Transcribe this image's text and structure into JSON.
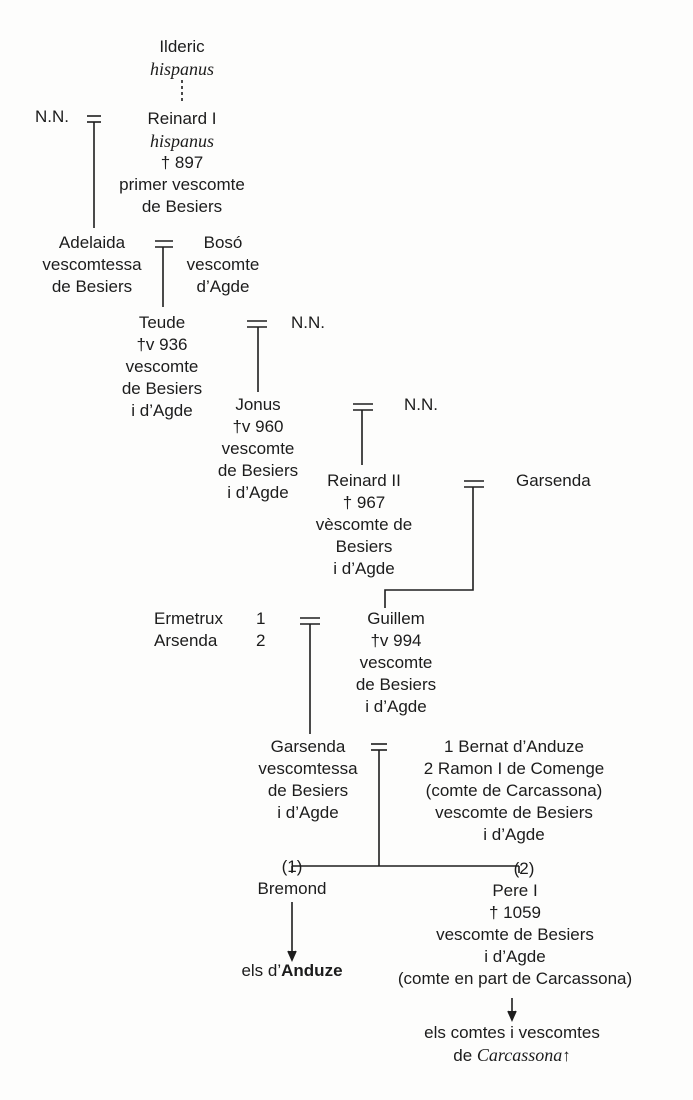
{
  "colors": {
    "ink": "#1c1c1c",
    "paper": "#fdfdfc"
  },
  "nodes": {
    "ilderic": {
      "name": "Ilderic",
      "epithet": "hispanus"
    },
    "nn1": "N.N.",
    "reinard1": {
      "name": "Reinard I",
      "epithet": "hispanus",
      "death": "† 897",
      "t1": "primer vescomte",
      "t2": "de Besiers"
    },
    "adelaida": {
      "name": "Adelaida",
      "t1": "vescomtessa",
      "t2": "de Besiers"
    },
    "boso": {
      "name": "Bosó",
      "t1": "vescomte",
      "t2": "d’Agde"
    },
    "teude": {
      "name": "Teude",
      "death": "†v 936",
      "t1": "vescomte",
      "t2": "de Besiers",
      "t3": "i d’Agde"
    },
    "nn2": "N.N.",
    "jonus": {
      "name": "Jonus",
      "death": "†v 960",
      "t1": "vescomte",
      "t2": "de Besiers",
      "t3": "i d’Agde"
    },
    "nn3": "N.N.",
    "reinard2": {
      "name": "Reinard II",
      "death": "† 967",
      "t1": "vèscomte de",
      "t2": "Besiers",
      "t3": "i d’Agde"
    },
    "garsenda1": "Garsenda",
    "ermetrux": {
      "name": "Ermetrux",
      "num": "1"
    },
    "arsenda": {
      "name": "Arsenda",
      "num": "2"
    },
    "guillem": {
      "name": "Guillem",
      "death": "†v 994",
      "t1": "vescomte",
      "t2": "de Besiers",
      "t3": "i d’Agde"
    },
    "garsenda2": {
      "name": "Garsenda",
      "t1": "vescomtessa",
      "t2": "de Besiers",
      "t3": "i d’Agde"
    },
    "husbands": {
      "h1": "1 Bernat d’Anduze",
      "h2": "2 Ramon I de Comenge",
      "h3": "(comte de Carcassona)",
      "h4": "vescomte de Besiers",
      "h5": "i d’Agde"
    },
    "bremond": {
      "mark": "(1)",
      "name": "Bremond"
    },
    "pere": {
      "mark": "(2)",
      "name": "Pere I",
      "death": "† 1059",
      "t1": "vescomte de Besiers",
      "t2": "i d’Agde",
      "t3": "(comte en part de Carcassona)"
    },
    "anduze": {
      "prefix": "els d’",
      "name": "Anduze"
    },
    "carcassona": {
      "t1": "els comtes i vescomtes",
      "prefix": "de ",
      "name": "Carcassona",
      "arrow": "↑"
    }
  }
}
